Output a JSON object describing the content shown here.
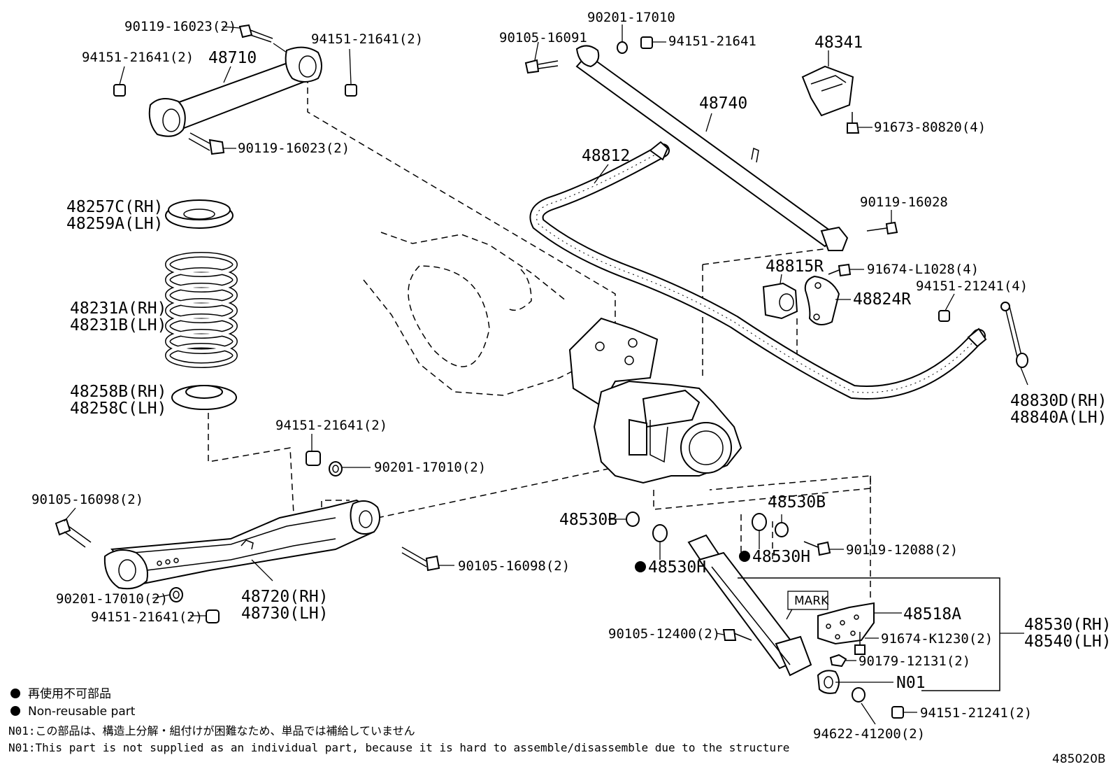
{
  "diagram_code": "485020B",
  "mark_label": "MARK",
  "labels": {
    "p90119_16023_top": "90119-16023(2)",
    "p94151_21641_a": "94151-21641(2)",
    "p94151_21641_b": "94151-21641(2)",
    "p48710": "48710",
    "p90119_16023_bot": "90119-16023(2)",
    "p90105_16091": "90105-16091",
    "p90201_17010": "90201-17010",
    "p94151_21641_c": "94151-21641",
    "p48341": "48341",
    "p48740": "48740",
    "p91673_80820": "91673-80820(4)",
    "p48812": "48812",
    "p90119_16028": "90119-16028",
    "p48257c": "48257C(RH)",
    "p48259a": "48259A(LH)",
    "p48815r": "48815R",
    "p91674_l1028": "91674-L1028(4)",
    "p94151_21241_top": "94151-21241(4)",
    "p48824r": "48824R",
    "p48231a": "48231A(RH)",
    "p48231b": "48231B(LH)",
    "p48830d": "48830D(RH)",
    "p48840a": "48840A(LH)",
    "p48258b": "48258B(RH)",
    "p48258c": "48258C(LH)",
    "p94151_21641_d": "94151-21641(2)",
    "p90201_17010_b": "90201-17010(2)",
    "p90105_16098_a": "90105-16098(2)",
    "p48530b_a": "48530B",
    "p48530b_b": "48530B",
    "p48530h_a": "48530H",
    "p48530h_b": "48530H",
    "p90119_12088": "90119-12088(2)",
    "p90105_16098_b": "90105-16098(2)",
    "p90201_17010_c": "90201-17010(2)",
    "p48720": "48720(RH)",
    "p48730": "48730(LH)",
    "p94151_21641_e": "94151-21641(2)",
    "p48518a": "48518A",
    "p48530": "48530(RH)",
    "p48540": "48540(LH)",
    "p90105_12400": "90105-12400(2)",
    "p91674_k1230": "91674-K1230(2)",
    "p90179_12131": "90179-12131(2)",
    "n01": "N01",
    "p94151_21241_bot": "94151-21241(2)",
    "p94622_41200": "94622-41200(2)"
  },
  "legend": {
    "line1": "再使用不可部品",
    "line2": "Non-reusable part",
    "note_jp": "N01:この部品は、構造上分解・組付けが困難なため、単品では補給していません",
    "note_en": "N01:This part is not supplied as an individual part, because it is hard to assemble/disassemble due to the structure"
  }
}
